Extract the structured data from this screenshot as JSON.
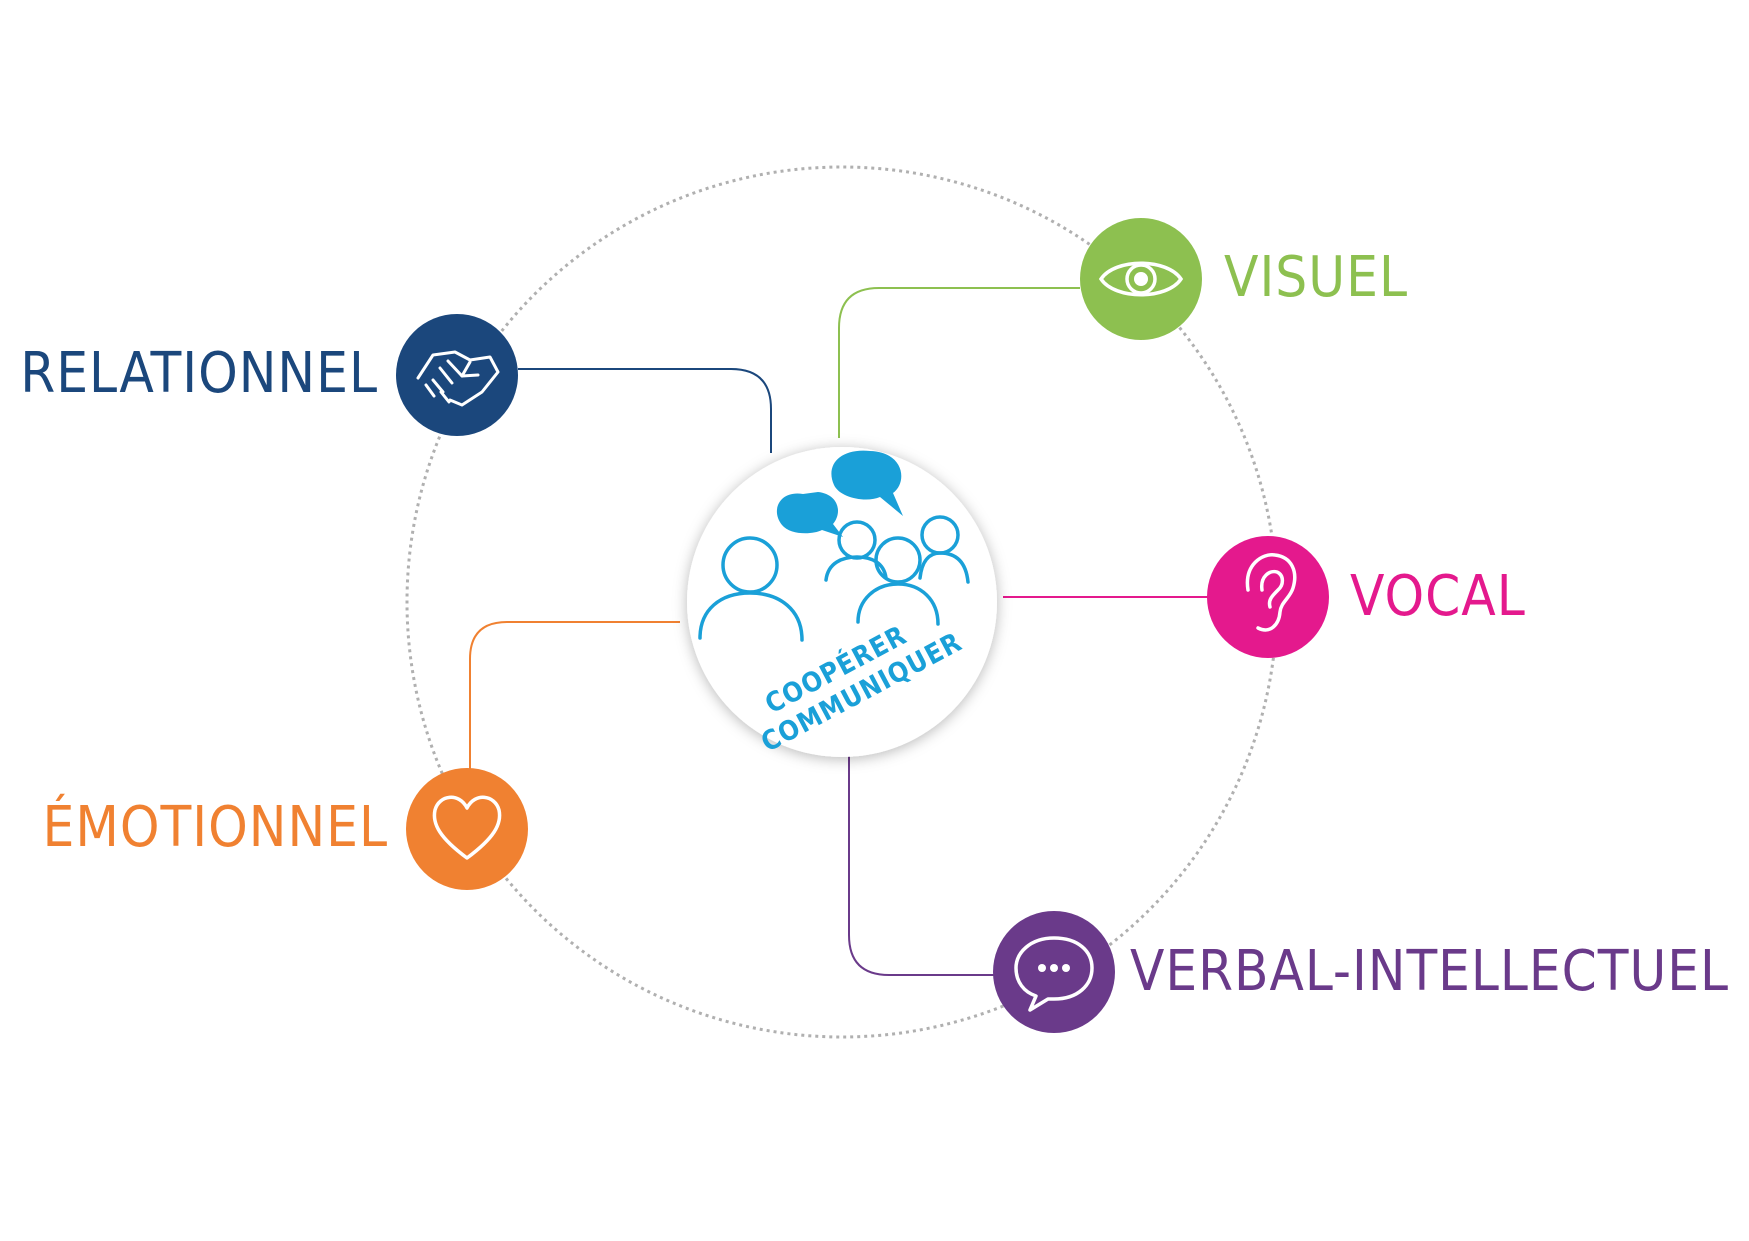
{
  "center": {
    "line1": "COOPÉRER",
    "line2": "COMMUNIQUER",
    "icon": "group-talking-icon",
    "color": "#1aa0d8"
  },
  "nodes": [
    {
      "id": "relationnel",
      "label": "RELATIONNEL",
      "icon": "handshake-icon",
      "color": "#1b477c"
    },
    {
      "id": "visuel",
      "label": "VISUEL",
      "icon": "eye-icon",
      "color": "#8dc050"
    },
    {
      "id": "vocal",
      "label": "VOCAL",
      "icon": "ear-icon",
      "color": "#e4198d"
    },
    {
      "id": "emotionnel",
      "label": "ÉMOTIONNEL",
      "icon": "heart-icon",
      "color": "#f08131"
    },
    {
      "id": "verbal",
      "label": "VERBAL-INTELLECTUEL",
      "icon": "speech-bubble-icon",
      "color": "#6a3a8a"
    }
  ],
  "ring_color": "#b0b0b0"
}
